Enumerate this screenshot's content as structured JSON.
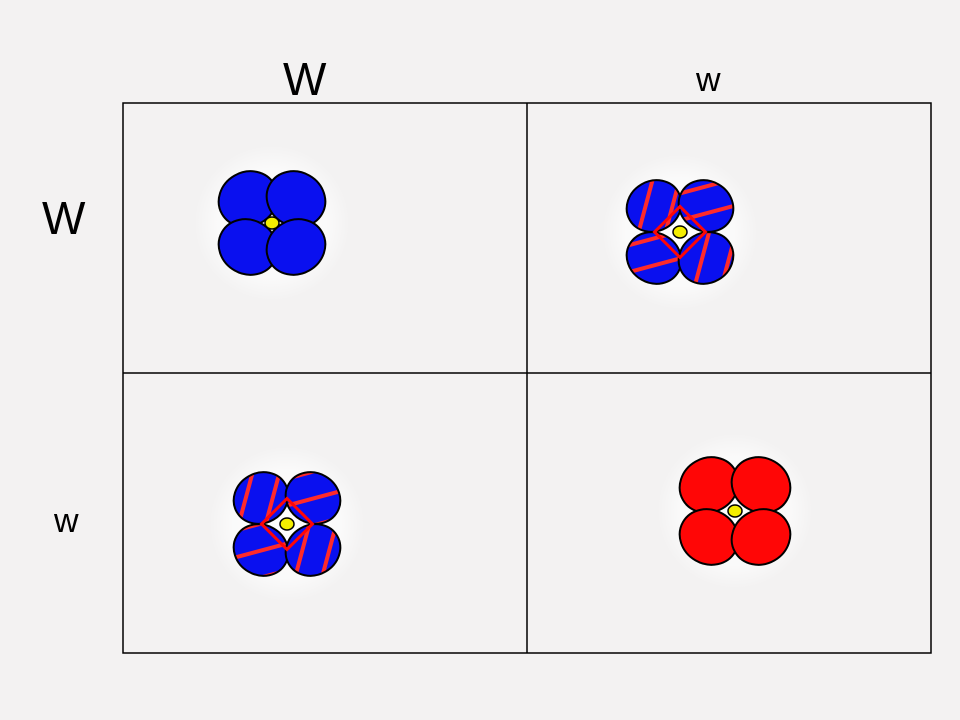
{
  "punnett": {
    "column_alleles": [
      "W",
      "w"
    ],
    "row_alleles": [
      "W",
      "w"
    ]
  },
  "colors": {
    "background": "#f3f2f2",
    "blue": "#0a10ef",
    "red": "#ff0606",
    "center": "#f4ee00",
    "outline": "#000000"
  },
  "cells": [
    {
      "row": 0,
      "col": 0,
      "phenotype": "blue",
      "icon": "blue-flower-icon"
    },
    {
      "row": 0,
      "col": 1,
      "phenotype": "blue-red-striped",
      "icon": "striped-flower-icon"
    },
    {
      "row": 1,
      "col": 0,
      "phenotype": "blue-red-striped",
      "icon": "striped-flower-icon"
    },
    {
      "row": 1,
      "col": 1,
      "phenotype": "red",
      "icon": "red-flower-icon"
    }
  ]
}
